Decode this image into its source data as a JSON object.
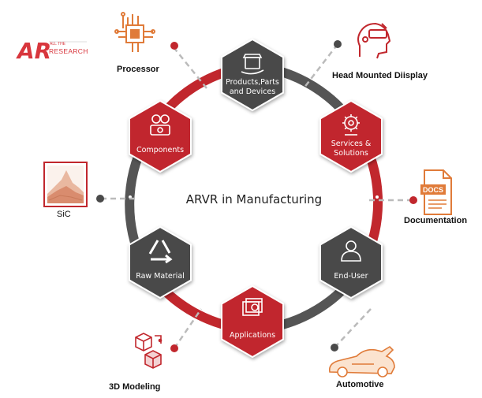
{
  "logo": {
    "letters": "AR",
    "small_text": "ALL THE",
    "big_text": "RESEARCH"
  },
  "center_title": "ARVR in Manufacturing",
  "hexagons": [
    {
      "id": "products",
      "lines": [
        "Products,Parts",
        "and Devices"
      ],
      "icon": "product-box-icon",
      "color": "#4a4a4a"
    },
    {
      "id": "services",
      "lines": [
        "Services &",
        "Solutions"
      ],
      "icon": "gear-service-icon",
      "color": "#c1272d"
    },
    {
      "id": "enduser",
      "lines": [
        "End-User"
      ],
      "icon": "user-icon",
      "color": "#4a4a4a"
    },
    {
      "id": "applications",
      "lines": [
        "Applications"
      ],
      "icon": "window-gear-icon",
      "color": "#c1272d"
    },
    {
      "id": "rawmaterial",
      "lines": [
        "Raw Material"
      ],
      "icon": "recycle-icon",
      "color": "#4a4a4a"
    },
    {
      "id": "components",
      "lines": [
        "Components"
      ],
      "icon": "chip-components-icon",
      "color": "#c1272d"
    }
  ],
  "outer_labels": {
    "processor": "Processor",
    "hmd": "Head Mounted Diisplay",
    "documentation": "Documentation",
    "automotive": "Automotive",
    "modeling": "3D Modeling",
    "sic": "SiC"
  },
  "docs_icon_text": "DOCS",
  "colors": {
    "red": "#c1272d",
    "dark": "#4a4a4a",
    "orange": "#e07b39",
    "ring_gray": "#555555"
  }
}
